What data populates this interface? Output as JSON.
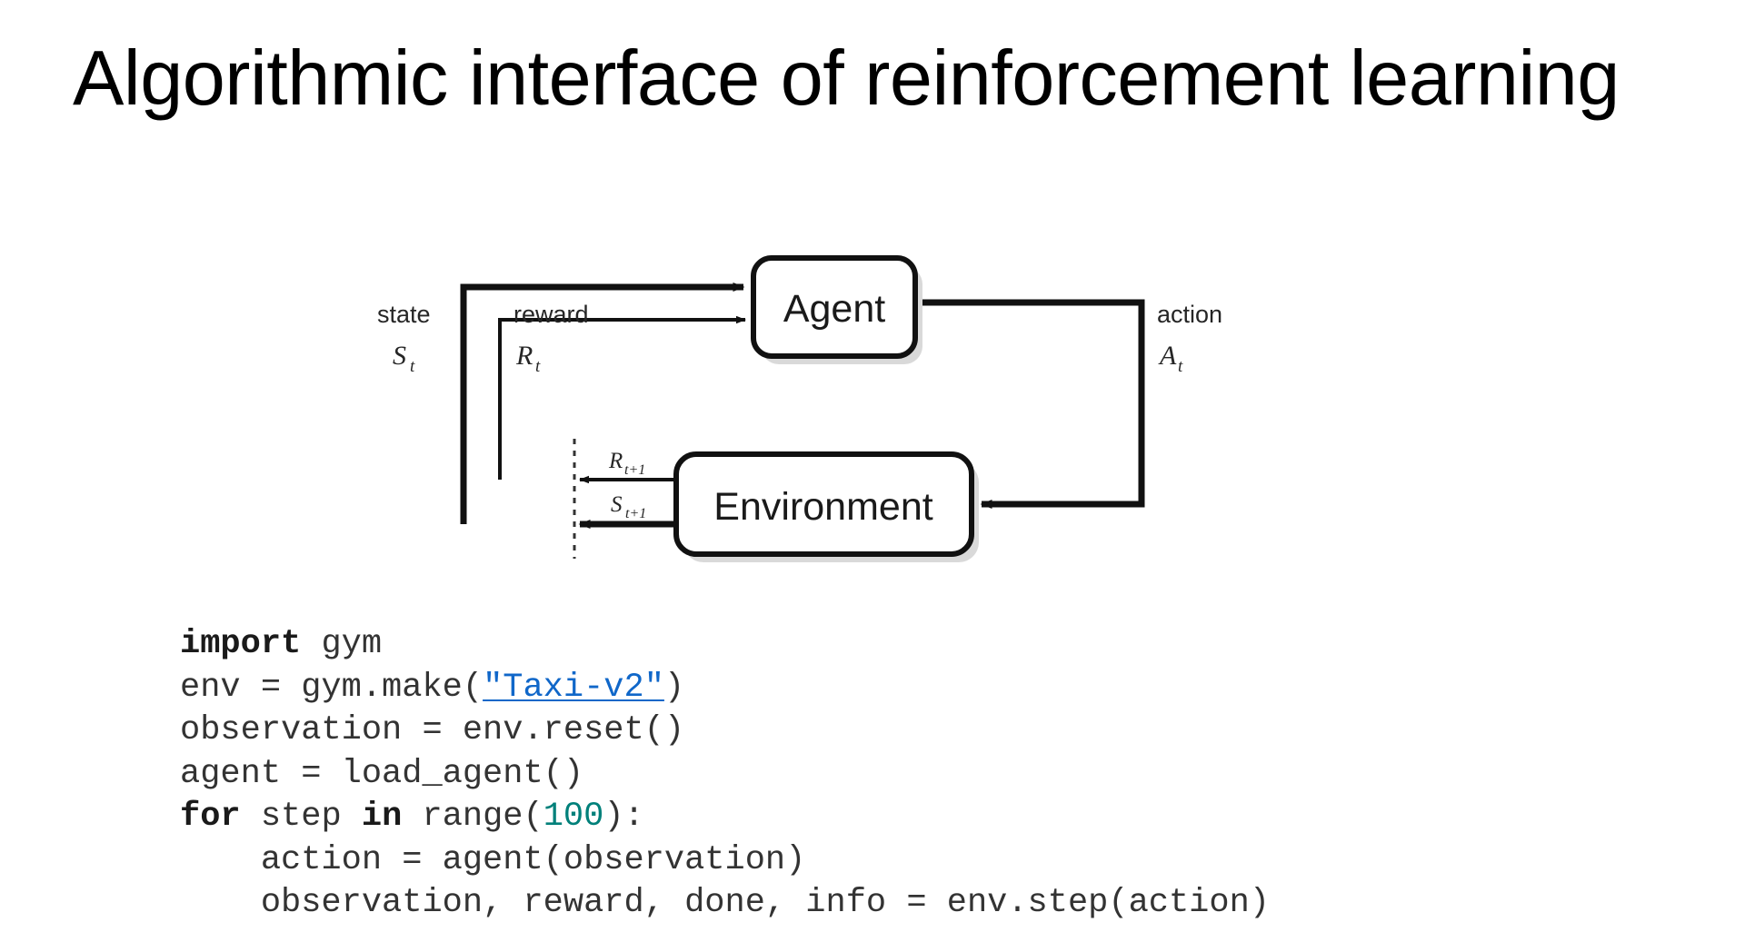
{
  "slide": {
    "title": "Algorithmic interface of reinforcement learning",
    "background_color": "#ffffff"
  },
  "diagram": {
    "name": "agent-environment-interaction-loop",
    "nodes": [
      {
        "id": "agent",
        "label": "Agent"
      },
      {
        "id": "environment",
        "label": "Environment"
      }
    ],
    "edge_labels": {
      "state_word": "state",
      "state_symbol": "S",
      "state_subscript": "t",
      "reward_word": "reward",
      "reward_symbol": "R",
      "reward_subscript": "t",
      "action_word": "action",
      "action_symbol": "A",
      "action_subscript": "t",
      "next_reward_symbol": "R",
      "next_reward_subscript": "t+1",
      "next_state_symbol": "S",
      "next_state_subscript": "t+1"
    },
    "stroke_color": "#111111"
  },
  "code": {
    "language": "python",
    "keyword_color": "#1a1a1a",
    "number_color": "#00807a",
    "link_color": "#1067c9",
    "text_color": "#333333",
    "lines": [
      {
        "id": "line-1",
        "text": "import gym",
        "tokens": [
          {
            "t": "import",
            "k": "kw"
          },
          {
            "t": " gym",
            "k": "plain"
          }
        ]
      },
      {
        "id": "line-2",
        "text": "env = gym.make(\"Taxi-v2\")",
        "tokens": [
          {
            "t": "env = gym.make(",
            "k": "plain"
          },
          {
            "t": "\"Taxi-v2\"",
            "k": "lnk"
          },
          {
            "t": ")",
            "k": "plain"
          }
        ]
      },
      {
        "id": "line-3",
        "text": "observation = env.reset()",
        "tokens": [
          {
            "t": "observation = env.reset()",
            "k": "plain"
          }
        ]
      },
      {
        "id": "line-4",
        "text": "agent = load_agent()",
        "tokens": [
          {
            "t": "agent = load_agent()",
            "k": "plain"
          }
        ]
      },
      {
        "id": "line-5",
        "text": "for step in range(100):",
        "tokens": [
          {
            "t": "for",
            "k": "kw"
          },
          {
            "t": " step ",
            "k": "plain"
          },
          {
            "t": "in",
            "k": "kw"
          },
          {
            "t": " range(",
            "k": "plain"
          },
          {
            "t": "100",
            "k": "num"
          },
          {
            "t": "):",
            "k": "plain"
          }
        ]
      },
      {
        "id": "line-6",
        "text": "    action = agent(observation)",
        "tokens": [
          {
            "t": "    action = agent(observation)",
            "k": "plain"
          }
        ]
      },
      {
        "id": "line-7",
        "text": "    observation, reward, done, info = env.step(action)",
        "tokens": [
          {
            "t": "    observation, reward, done, info = env.step(action)",
            "k": "plain"
          }
        ]
      }
    ]
  }
}
